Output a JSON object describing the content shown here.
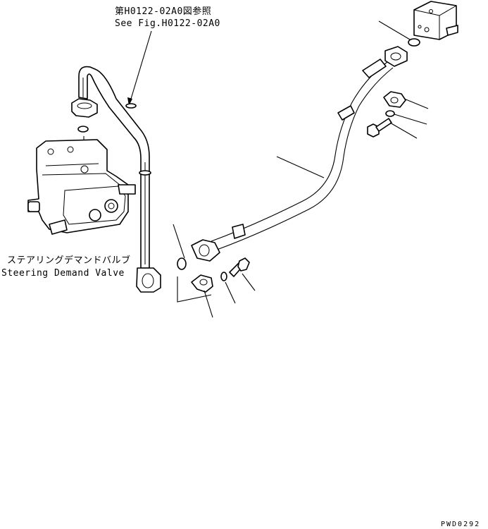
{
  "reference": {
    "line1": "第H0122-02A0図参照",
    "line2": "See Fig.H0122-02A0"
  },
  "valve_label": {
    "line1": "ステアリングデマンドバルブ",
    "line2": "Steering Demand Valve"
  },
  "drawing_code": "PWD0292"
}
